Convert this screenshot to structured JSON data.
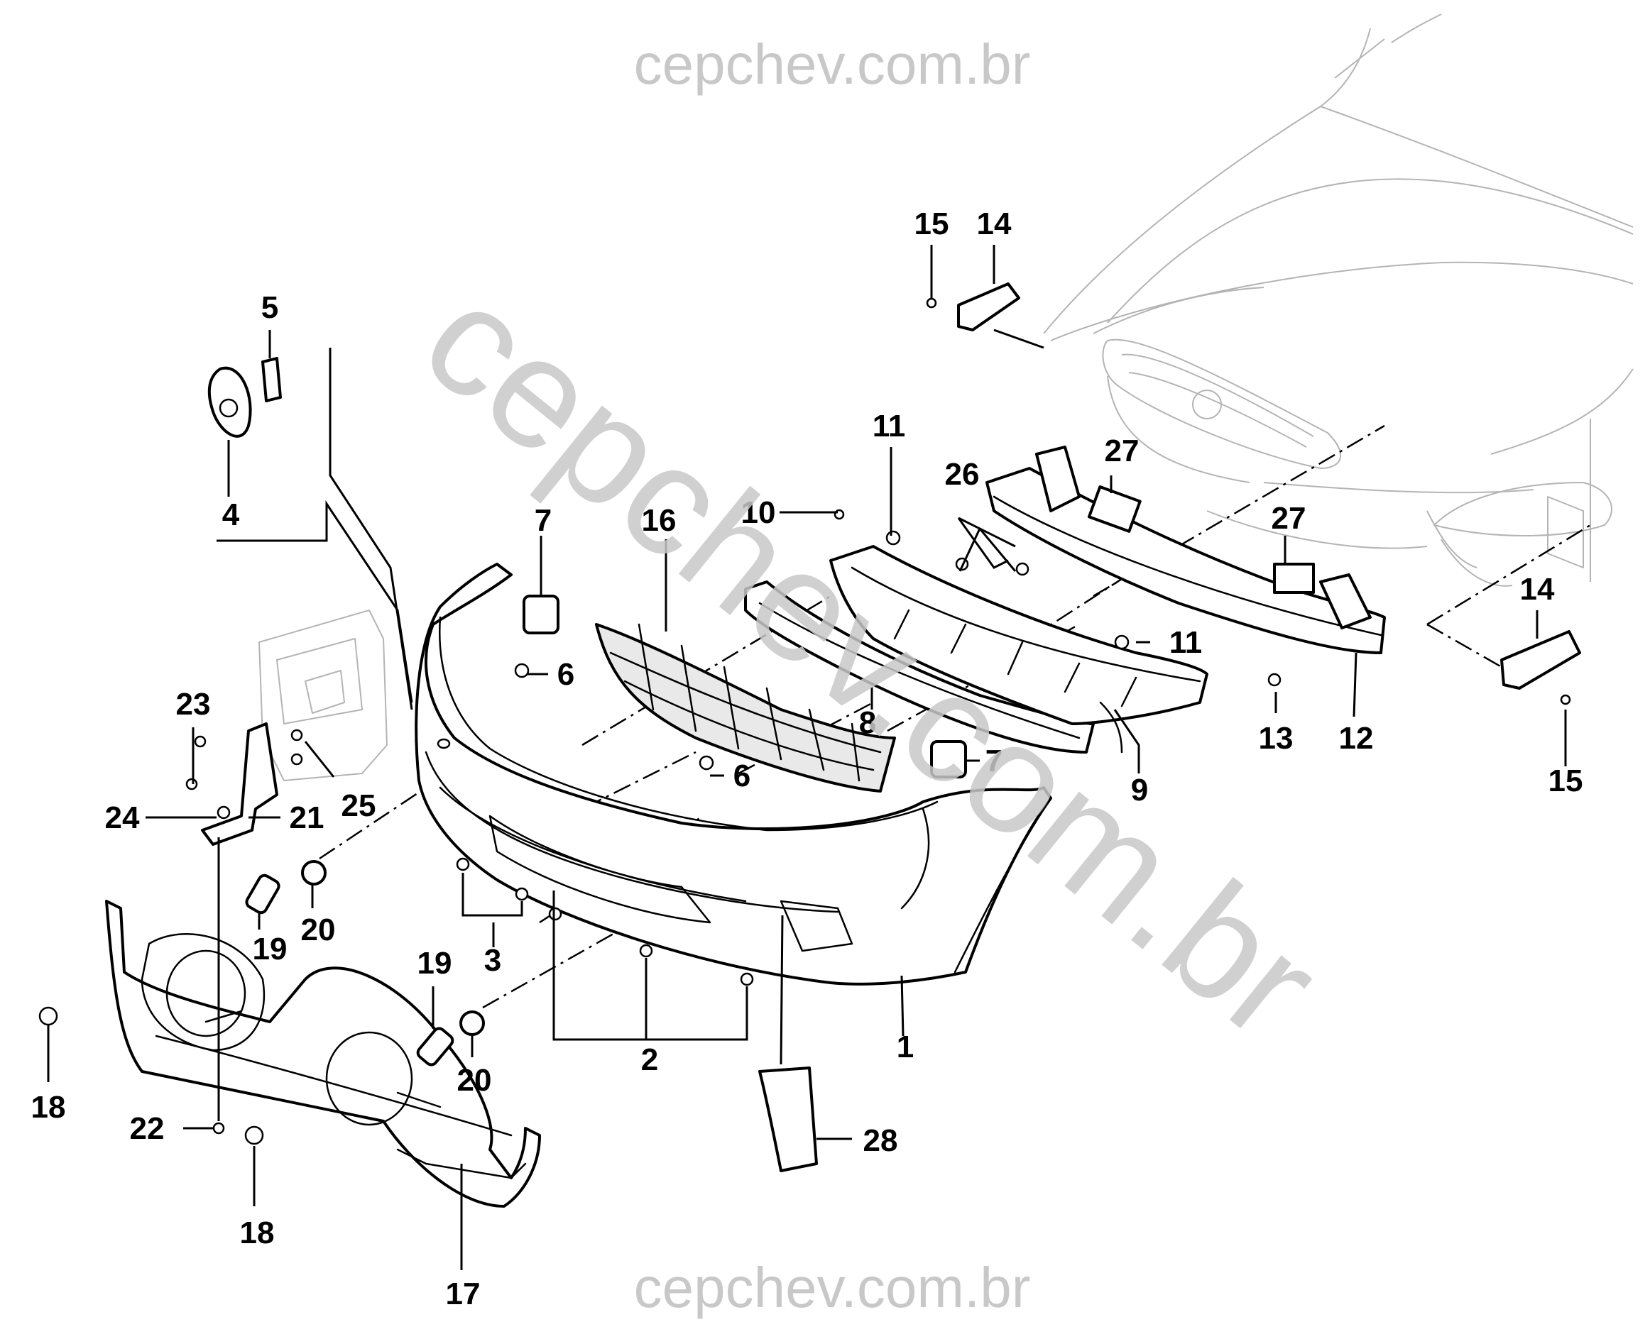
{
  "watermarks": {
    "top": "cepchev.com.br",
    "bottom": "cepchev.com.br",
    "diagonal": "cepchev.com.br"
  },
  "callouts": [
    "1",
    "2",
    "3",
    "4",
    "5",
    "6",
    "6",
    "7",
    "7",
    "8",
    "9",
    "10",
    "11",
    "11",
    "12",
    "13",
    "14",
    "14",
    "15",
    "15",
    "16",
    "17",
    "18",
    "18",
    "19",
    "19",
    "20",
    "20",
    "21",
    "22",
    "23",
    "24",
    "25",
    "26",
    "27",
    "27",
    "28"
  ],
  "colors": {
    "ink": "#000000",
    "watermark": "#c8c8c8",
    "ghost": "#b4b4b4"
  }
}
